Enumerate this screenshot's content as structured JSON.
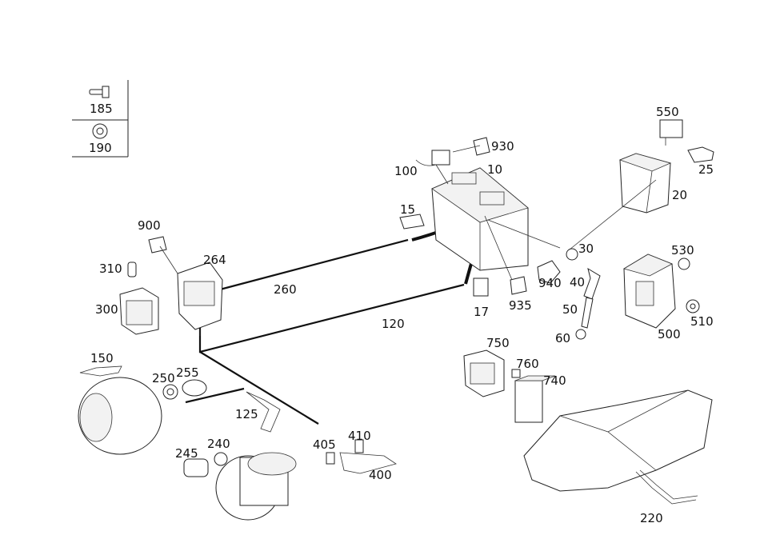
{
  "labels": {
    "l10": "10",
    "l15": "15",
    "l17": "17",
    "l20": "20",
    "l25": "25",
    "l30": "30",
    "l40": "40",
    "l50": "50",
    "l60": "60",
    "l100": "100",
    "l120": "120",
    "l125": "125",
    "l150": "150",
    "l185": "185",
    "l190": "190",
    "l220": "220",
    "l240": "240",
    "l245": "245",
    "l250": "250",
    "l255": "255",
    "l260": "260",
    "l264": "264",
    "l300": "300",
    "l310": "310",
    "l400": "400",
    "l405": "405",
    "l410": "410",
    "l500": "500",
    "l510": "510",
    "l530": "530",
    "l550": "550",
    "l740": "740",
    "l750": "750",
    "l760": "760",
    "l900": "900",
    "l930": "930",
    "l935": "935",
    "l940": "940"
  }
}
